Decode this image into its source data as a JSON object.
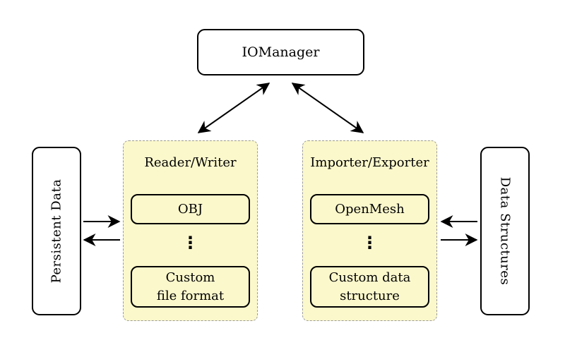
{
  "palette": {
    "background": "#ffffff",
    "group_fill": "#fbf8cc",
    "group_dash_border": "#9b9b9b",
    "ink": "#000000"
  },
  "nodes": {
    "iomanager": "IOManager",
    "persistent_data": "Persistent Data",
    "data_structures": "Data Structures"
  },
  "groups": {
    "reader_writer": {
      "title": "Reader/Writer",
      "top_item": "OBJ",
      "vdots": "⋮",
      "bottom_item_line1": "Custom",
      "bottom_item_line2": "file format"
    },
    "importer_exporter": {
      "title": "Importer/Exporter",
      "top_item": "OpenMesh",
      "vdots": "⋮",
      "bottom_item_line1": "Custom data",
      "bottom_item_line2": "structure"
    }
  },
  "arrows": [
    "iomanager-readerwriter-bidirectional",
    "iomanager-importerexporter-bidirectional",
    "persistentdata-to-readerwriter",
    "readerwriter-to-persistentdata",
    "datastructures-to-importerexporter",
    "importerexporter-to-datastructures"
  ]
}
